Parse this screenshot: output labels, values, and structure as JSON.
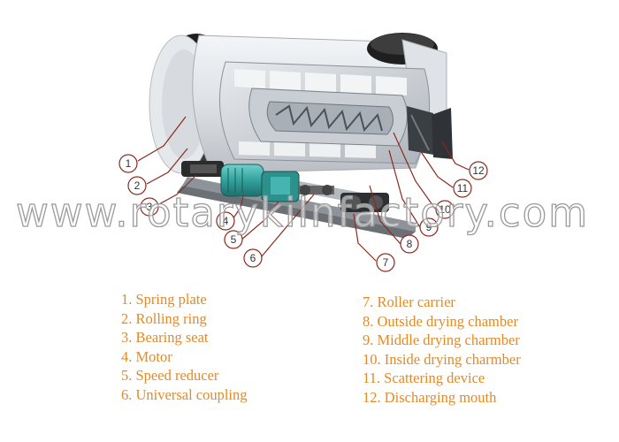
{
  "diagram": {
    "watermark": "www.rotarykilnfactory.com",
    "callouts": [
      "1",
      "2",
      "3",
      "4",
      "5",
      "6",
      "7",
      "8",
      "9",
      "10",
      "11",
      "12"
    ]
  },
  "legend": {
    "left": [
      "1. Spring plate",
      "2. Rolling ring",
      "3. Bearing seat",
      "4. Motor",
      "5. Speed reducer",
      "6. Universal coupling"
    ],
    "right": [
      "7. Roller carrier",
      "8. Outside drying chamber",
      "9. Middle drying charmber",
      "10. Inside drying charmber",
      "11. Scattering device",
      "12. Discharging mouth"
    ]
  },
  "colors": {
    "legend_text": "#e38a27",
    "callout_stroke": "#8a2a1e",
    "motor": "#3fa6a3",
    "reducer": "#2a8f8b",
    "drum_shell": "#e2e6ea",
    "inner_steel": "#c4c9cf"
  }
}
